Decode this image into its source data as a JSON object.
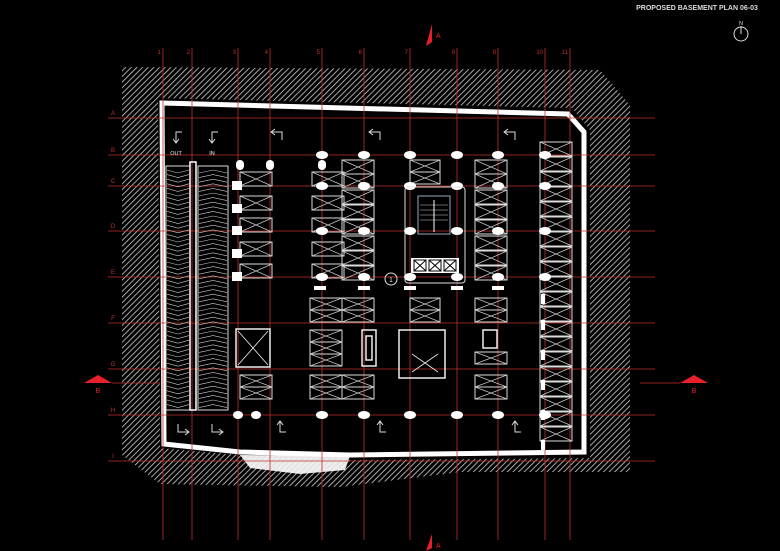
{
  "title": "PROPOSED BASEMENT PLAN 06-03",
  "north_label": "N",
  "grid_columns": [
    "1",
    "2",
    "3",
    "4",
    "5",
    "6",
    "7",
    "8",
    "9",
    "10",
    "11"
  ],
  "grid_rows": [
    "A",
    "B",
    "C",
    "D",
    "E",
    "F",
    "G",
    "H",
    "I"
  ],
  "ramp_labels": {
    "out": "OUT",
    "in": "IN"
  },
  "section_marks": {
    "vertical": "A",
    "horizontal": "B"
  },
  "core_marker": "1",
  "colors": {
    "background": "#000000",
    "grid": "#c0302c",
    "section": "#e8202a",
    "linework": "#ffffff"
  }
}
